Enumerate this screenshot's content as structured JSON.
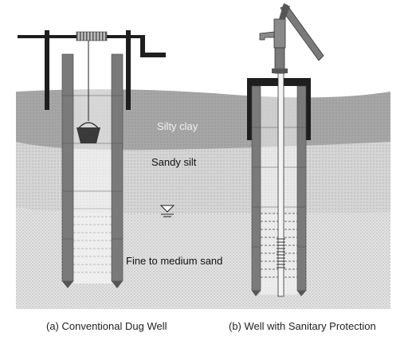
{
  "soil_layers": {
    "silty_clay": "Silty clay",
    "sandy_silt": "Sandy silt",
    "fine_to_medium_sand": "Fine to medium sand"
  },
  "captions": {
    "left": "(a) Conventional Dug Well",
    "right": "(b) Well with Sanitary Protection"
  },
  "colors": {
    "clay": "#a9a9a9",
    "silt": "#d6d6d6",
    "sand": "#e4e4e4",
    "well_wall": "#7a7a7a",
    "dark": "#1e1e1e"
  }
}
